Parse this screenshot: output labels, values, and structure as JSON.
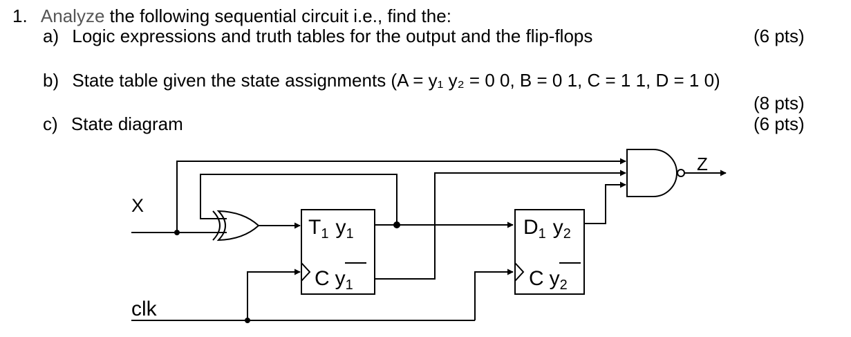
{
  "question": {
    "number": "1.",
    "intro_word": "Analyze",
    "intro_rest": " the following sequential circuit i.e., find the:"
  },
  "parts": [
    {
      "label": "a)",
      "text": "Logic expressions and truth tables for the output and the flip-flops",
      "points": "(6 pts)"
    },
    {
      "label": "b)",
      "text": "State table given the state assignments (A = y₁ y₂ = 0 0, B = 0 1, C = 1 1, D = 1 0)",
      "points": "(8 pts)"
    },
    {
      "label": "c)",
      "text": "State diagram",
      "points": "(6 pts)"
    }
  ],
  "circuit": {
    "input_x": "X",
    "clock": "clk",
    "output_z": "Z",
    "ff1": {
      "in": "T",
      "in_sub": "1",
      "q": "y",
      "q_sub": "1",
      "clk": "C",
      "qbar": "y",
      "qbar_sub": "1"
    },
    "ff2": {
      "in": "D",
      "in_sub": "1",
      "q": "y",
      "q_sub": "2",
      "clk": "C",
      "qbar": "y",
      "qbar_sub": "2"
    }
  }
}
